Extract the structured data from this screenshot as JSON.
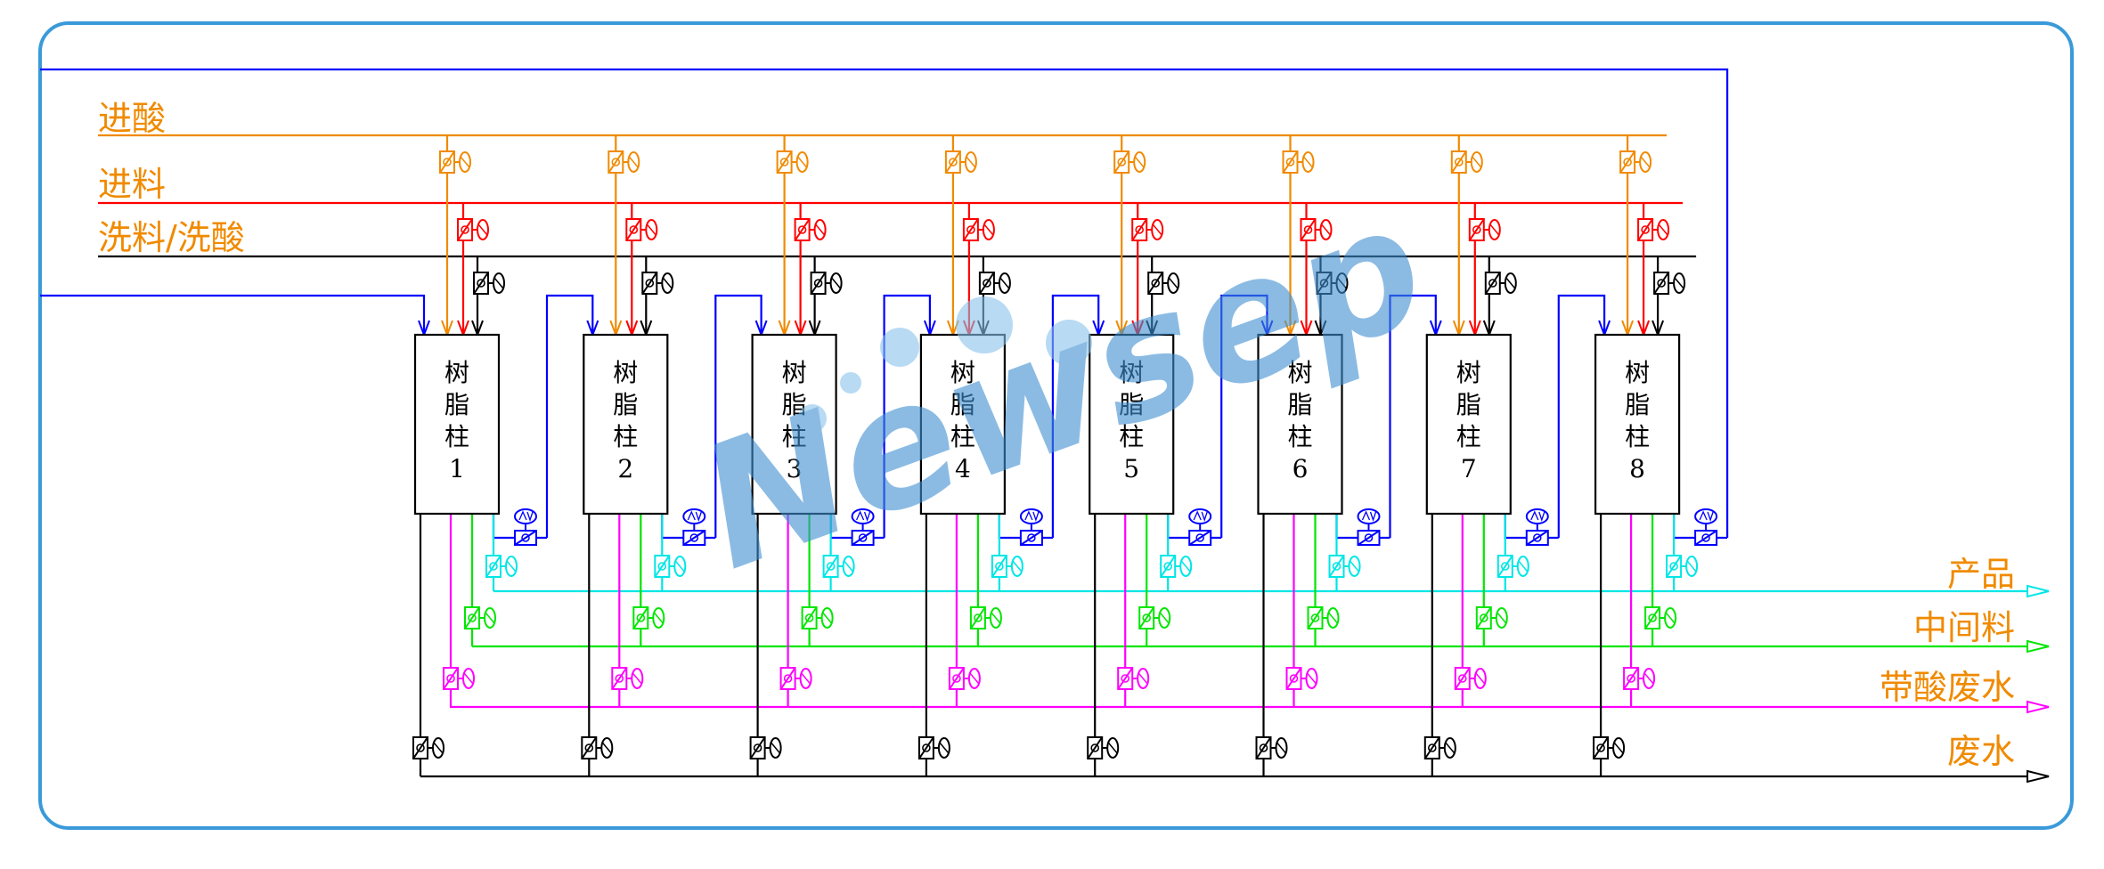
{
  "inlets": {
    "acid_in": "进酸",
    "feed_in": "进料",
    "wash": "洗料/洗酸"
  },
  "outlets": {
    "product": "产品",
    "intermediate": "中间料",
    "acid_wastewater": "带酸废水",
    "wastewater": "废水"
  },
  "columns": [
    {
      "line1": "树",
      "line2": "脂",
      "line3": "柱",
      "number": "1"
    },
    {
      "line1": "树",
      "line2": "脂",
      "line3": "柱",
      "number": "2"
    },
    {
      "line1": "树",
      "line2": "脂",
      "line3": "柱",
      "number": "3"
    },
    {
      "line1": "树",
      "line2": "脂",
      "line3": "柱",
      "number": "4"
    },
    {
      "line1": "树",
      "line2": "脂",
      "line3": "柱",
      "number": "5"
    },
    {
      "line1": "树",
      "line2": "脂",
      "line3": "柱",
      "number": "6"
    },
    {
      "line1": "树",
      "line2": "脂",
      "line3": "柱",
      "number": "7"
    },
    {
      "line1": "树",
      "line2": "脂",
      "line3": "柱",
      "number": "8"
    }
  ],
  "watermark": "Newsep",
  "colors": {
    "frame": "#3a9ad9",
    "acid": "#f08a00",
    "feed": "#ff0000",
    "wash": "#000000",
    "recycle": "#0000ff",
    "product": "#00e6e6",
    "intermediate": "#00e600",
    "acid_wastewater": "#ff00ff",
    "wastewater": "#000000",
    "label_text": "#f08a00",
    "watermark": "#3f8fd2"
  }
}
